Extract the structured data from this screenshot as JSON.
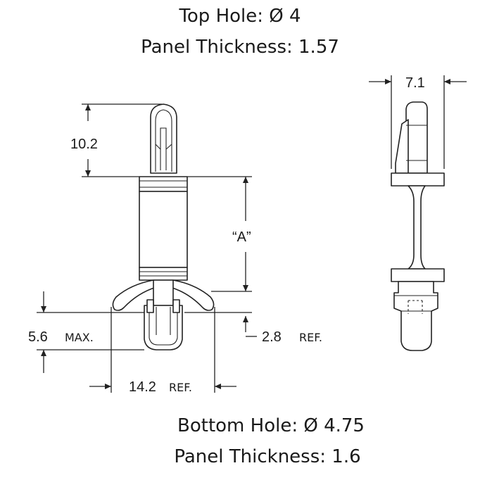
{
  "top_spec": {
    "hole_label": "Top Hole: Ø 4",
    "thickness_label": "Panel Thickness: 1.57"
  },
  "bottom_spec": {
    "hole_label": "Bottom Hole: Ø 4.75",
    "thickness_label": "Panel Thickness: 1.6"
  },
  "dimensions": {
    "top_height": "10.2",
    "width_side": "7.1",
    "height_a": "“A”",
    "bottom_height_value": "5.6",
    "bottom_height_unit": "MAX.",
    "lower_gap_value": "2.8",
    "lower_gap_unit": "REF.",
    "base_width_value": "14.2",
    "base_width_unit": "REF."
  }
}
